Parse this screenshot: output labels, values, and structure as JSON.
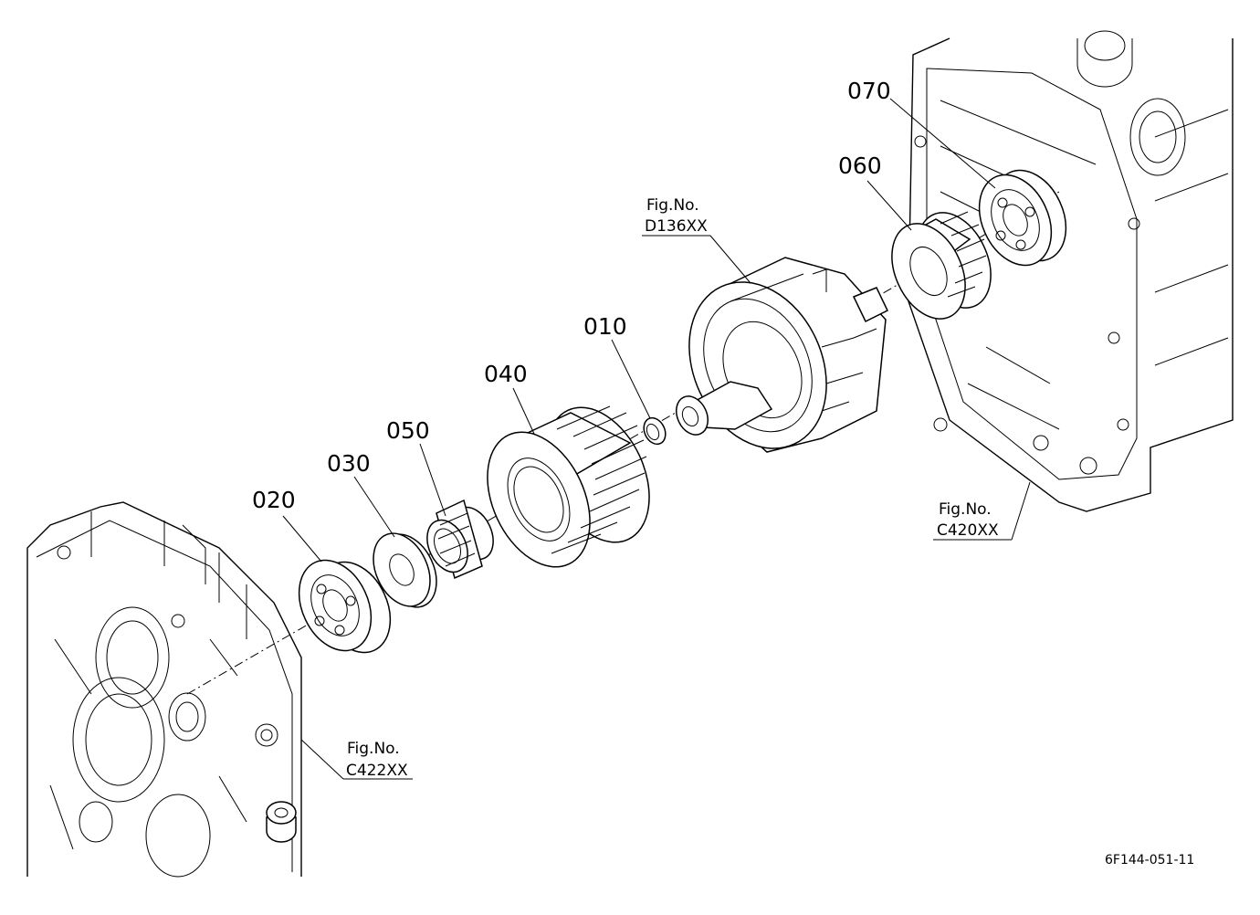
{
  "callouts": {
    "p010": "010",
    "p020": "020",
    "p030": "030",
    "p040": "040",
    "p050": "050",
    "p060": "060",
    "p070": "070"
  },
  "figure_refs": {
    "d136": {
      "line1": "Fig.No.",
      "line2": "D136XX"
    },
    "c420": {
      "line1": "Fig.No.",
      "line2": "C420XX"
    },
    "c422": {
      "line1": "Fig.No.",
      "line2": "C422XX"
    }
  },
  "drawing_code": "6F144-051-11"
}
